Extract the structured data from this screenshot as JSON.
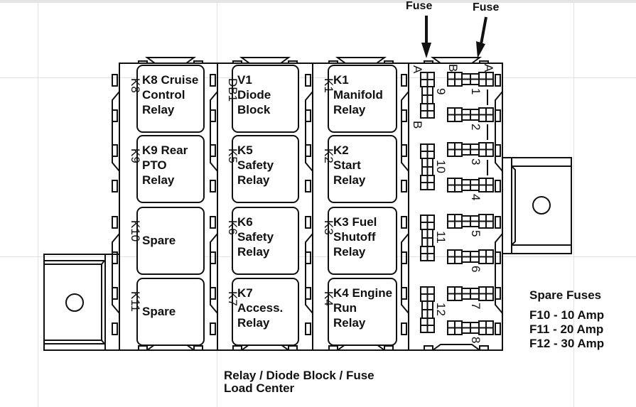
{
  "diagram": {
    "title": "Relay / Diode Block / Fuse Load Center",
    "caption_lines": [
      "Relay / Diode Block / Fuse",
      "Load Center"
    ],
    "callouts": [
      {
        "label": "Fuse",
        "target": "fuse-9-A"
      },
      {
        "label": "Fuse",
        "target": "fuse-1-A"
      }
    ],
    "columns": [
      {
        "id": "col1",
        "slots": [
          {
            "slot": "K8",
            "lines": [
              "K8 Cruise",
              "Control",
              "Relay"
            ]
          },
          {
            "slot": "K9",
            "lines": [
              "K9 Rear",
              "PTO",
              "Relay"
            ]
          },
          {
            "slot": "K10",
            "lines": [
              "Spare"
            ]
          },
          {
            "slot": "K11",
            "lines": [
              "Spare"
            ]
          }
        ]
      },
      {
        "id": "col2",
        "slots": [
          {
            "slot": "DB1",
            "lines": [
              "V1",
              "Diode",
              "Block"
            ]
          },
          {
            "slot": "K5",
            "lines": [
              "K5",
              "Safety",
              "Relay"
            ]
          },
          {
            "slot": "K6",
            "lines": [
              "K6",
              "Safety",
              "Relay"
            ]
          },
          {
            "slot": "K7",
            "lines": [
              "K7",
              "Access.",
              "Relay"
            ]
          }
        ]
      },
      {
        "id": "col3",
        "slots": [
          {
            "slot": "K1",
            "lines": [
              "K1",
              "Manifold",
              "Relay"
            ]
          },
          {
            "slot": "K2",
            "lines": [
              "K2",
              "Start",
              "Relay"
            ]
          },
          {
            "slot": "K3",
            "lines": [
              "K3 Fuel",
              "Shutoff",
              "Relay"
            ]
          },
          {
            "slot": "K4",
            "lines": [
              "K4 Engine",
              "Run",
              "Relay"
            ]
          }
        ]
      }
    ],
    "fuses": {
      "horizontal": [
        "1",
        "2",
        "3",
        "4",
        "5",
        "6",
        "7",
        "8"
      ],
      "vertical_spare": [
        "9",
        "10",
        "11",
        "12"
      ],
      "side_labels": {
        "top_left": "A",
        "bottom_left": "B",
        "top_right_a": "A",
        "top_right_b": "B"
      }
    },
    "spare_fuses": {
      "title": "Spare Fuses",
      "items": [
        {
          "fuse": "F10",
          "rating": "10 Amp",
          "text": "F10 - 10 Amp"
        },
        {
          "fuse": "F11",
          "rating": "20 Amp",
          "text": "F11 - 20 Amp"
        },
        {
          "fuse": "F12",
          "rating": "30 Amp",
          "text": "F12 - 30 Amp"
        }
      ]
    },
    "colors": {
      "line": "#111111",
      "grid": "#e2e2e2",
      "background": "#ffffff",
      "topbar": "#e4e4e4"
    }
  }
}
